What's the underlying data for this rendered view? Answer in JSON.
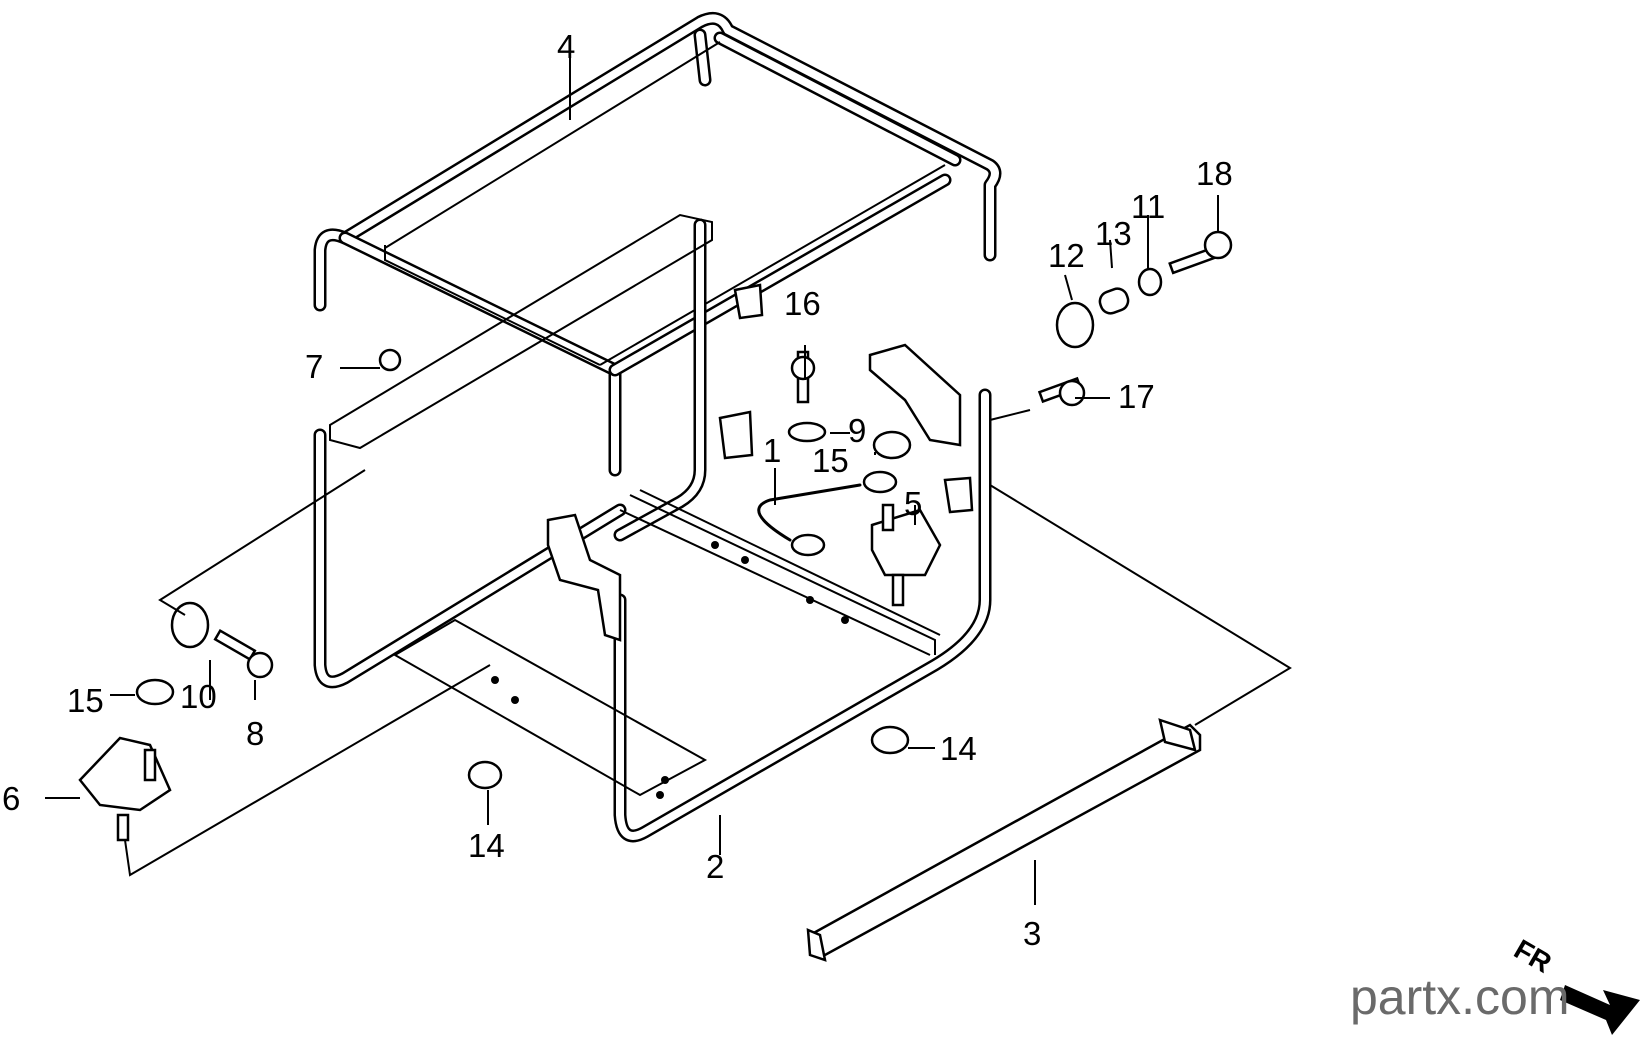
{
  "watermark": {
    "text": "partx.com"
  },
  "front_marker": {
    "label": "FR"
  },
  "callouts": [
    {
      "id": "c1",
      "label": "1"
    },
    {
      "id": "c2",
      "label": "2"
    },
    {
      "id": "c3",
      "label": "3"
    },
    {
      "id": "c4",
      "label": "4"
    },
    {
      "id": "c5",
      "label": "5"
    },
    {
      "id": "c6",
      "label": "6"
    },
    {
      "id": "c7",
      "label": "7"
    },
    {
      "id": "c8",
      "label": "8"
    },
    {
      "id": "c9",
      "label": "9"
    },
    {
      "id": "c10",
      "label": "10"
    },
    {
      "id": "c11",
      "label": "11"
    },
    {
      "id": "c12",
      "label": "12"
    },
    {
      "id": "c13",
      "label": "13"
    },
    {
      "id": "c14a",
      "label": "14"
    },
    {
      "id": "c14b",
      "label": "14"
    },
    {
      "id": "c15a",
      "label": "15"
    },
    {
      "id": "c15b",
      "label": "15"
    },
    {
      "id": "c16",
      "label": "16"
    },
    {
      "id": "c17",
      "label": "17"
    },
    {
      "id": "c18",
      "label": "18"
    }
  ]
}
